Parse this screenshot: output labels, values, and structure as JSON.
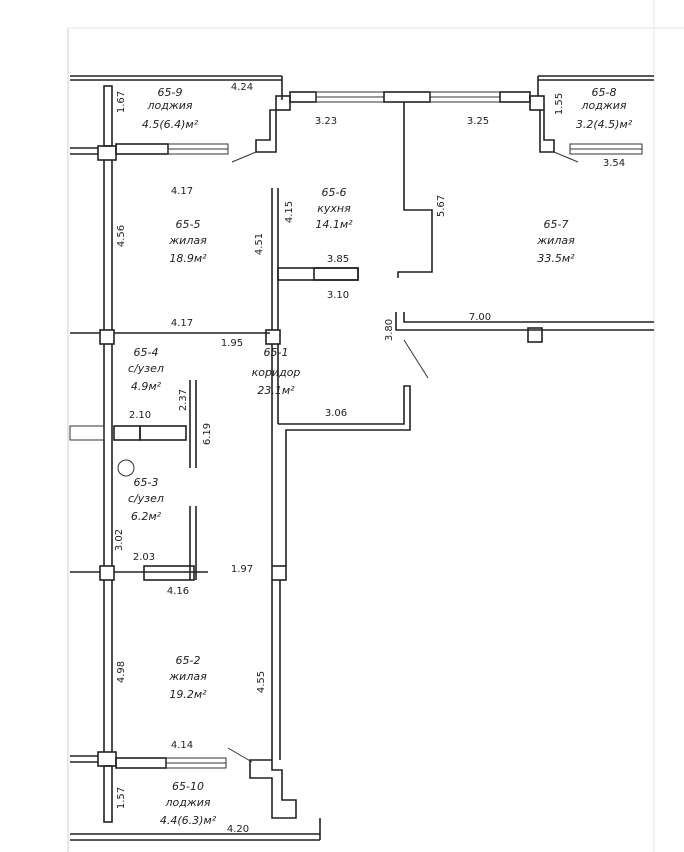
{
  "rooms": [
    {
      "id": "65-9",
      "name": "лоджия",
      "area": "4.5(6.4)м²"
    },
    {
      "id": "65-8",
      "name": "лоджия",
      "area": "3.2(4.5)м²"
    },
    {
      "id": "65-6",
      "name": "кухня",
      "area": "14.1м²"
    },
    {
      "id": "65-5",
      "name": "жилая",
      "area": "18.9м²"
    },
    {
      "id": "65-7",
      "name": "жилая",
      "area": "33.5м²"
    },
    {
      "id": "65-4",
      "name": "с/узел",
      "area": "4.9м²"
    },
    {
      "id": "65-1",
      "name": "коридор",
      "area": "23.1м²"
    },
    {
      "id": "65-3",
      "name": "с/узел",
      "area": "6.2м²"
    },
    {
      "id": "65-2",
      "name": "жилая",
      "area": "19.2м²"
    },
    {
      "id": "65-10",
      "name": "лоджия",
      "area": "4.4(6.3)м²"
    }
  ],
  "dims": [
    "4.24",
    "1.67",
    "3.23",
    "3.25",
    "1.55",
    "3.54",
    "4.17",
    "4.56",
    "4.15",
    "4.51",
    "5.67",
    "3.85",
    "3.10",
    "4.17",
    "1.95",
    "3.80",
    "7.00",
    "2.37",
    "2.10",
    "6.19",
    "3.06",
    "3.02",
    "2.03",
    "1.97",
    "4.16",
    "4.98",
    "4.55",
    "4.14",
    "1.57",
    "4.20"
  ]
}
